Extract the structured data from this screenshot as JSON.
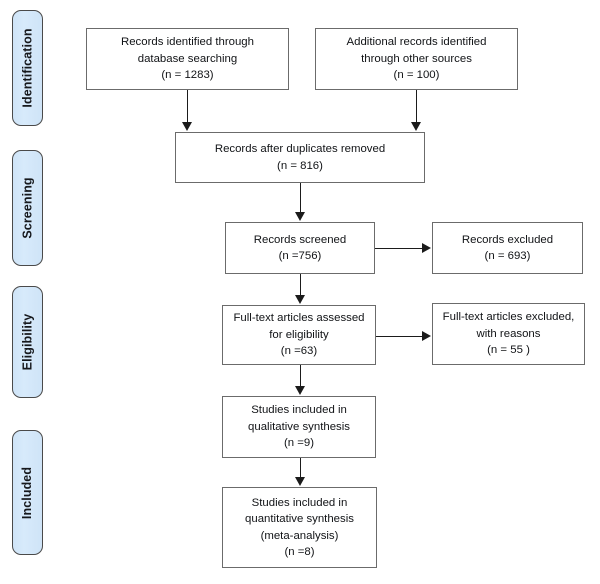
{
  "diagram": {
    "type": "prisma-flow-diagram",
    "stages": [
      {
        "id": "identification",
        "label": "Identification"
      },
      {
        "id": "screening",
        "label": "Screening"
      },
      {
        "id": "eligibility",
        "label": "Eligibility"
      },
      {
        "id": "included",
        "label": "Included"
      }
    ],
    "boxes": [
      {
        "id": "records-identified-database",
        "text": "Records identified through\ndatabase searching\n(n = 1283)",
        "n": 1283
      },
      {
        "id": "records-identified-other",
        "text": "Additional records identified\nthrough other sources\n(n = 100)",
        "n": 100
      },
      {
        "id": "records-after-duplicates",
        "text": "Records after duplicates removed\n(n = 816)",
        "n": 816
      },
      {
        "id": "records-screened",
        "text": "Records screened\n(n =756)",
        "n": 756
      },
      {
        "id": "records-excluded",
        "text": "Records excluded\n(n = 693)",
        "n": 693
      },
      {
        "id": "fulltext-assessed",
        "text": "Full-text articles assessed\nfor eligibility\n(n =63)",
        "n": 63
      },
      {
        "id": "fulltext-excluded",
        "text": "Full-text articles excluded,\nwith reasons\n(n = 55 )",
        "n": 55
      },
      {
        "id": "studies-qualitative",
        "text": "Studies included in\nqualitative synthesis\n(n =9)",
        "n": 9
      },
      {
        "id": "studies-quantitative",
        "text": "Studies included in\nquantitative synthesis\n(meta-analysis)\n(n =8)",
        "n": 8
      }
    ],
    "colors": {
      "stage_fill": "#cfe6fa",
      "stage_border": "#4a4a4a",
      "box_border": "#6b6b6b",
      "connector": "#1b1b1b",
      "text": "#111316",
      "background": "#ffffff"
    }
  }
}
